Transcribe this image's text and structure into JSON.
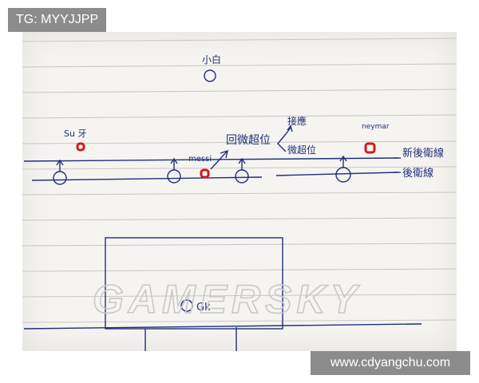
{
  "overlays": {
    "top_tag": "TG: MYYJJPP",
    "bottom_tag": "www.cdyangchu.com"
  },
  "sketch": {
    "labels": {
      "top_player": "小白",
      "left_player": "Su 牙",
      "messi": "messi",
      "note_main": "回微超位",
      "note_upper": "接應",
      "note_lower": "微超位",
      "neymar": "neymar",
      "line_new": "新後衛線",
      "line_back": "後衛線",
      "gk": "Gk"
    },
    "watermark": "GAMERSKY",
    "colors": {
      "ink": "#1f2f7a",
      "marker_red": "#d11a1a",
      "paper": "#f6f4f1",
      "ruled_line": "#cbc7c2",
      "tag_bg": "#8c8c8c"
    }
  }
}
